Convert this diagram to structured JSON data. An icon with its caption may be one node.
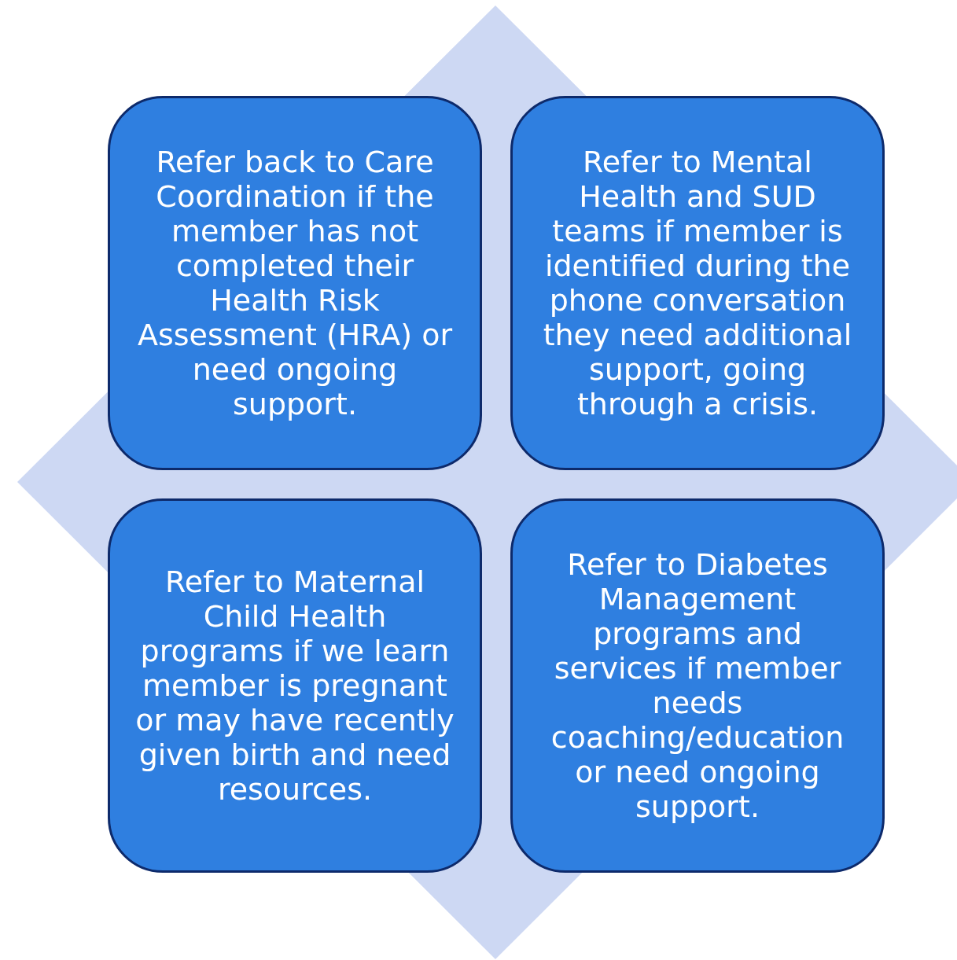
{
  "diagram": {
    "nodes": [
      {
        "text": [
          "Refer back to Care Coordination if the member has not completed their Health Risk Assessment (HRA) or need ongoing support."
        ]
      },
      {
        "text": [
          "Refer to Mental Health and SUD teams if member is identified during the phone conversation they need additional support, going through a crisis."
        ]
      },
      {
        "text": [
          "Refer to Maternal Child Health programs if we learn member is pregnant or may have recently given birth and need resources."
        ]
      },
      {
        "text": [
          "Refer to Diabetes Management programs and services if member needs coaching/education or need ongoing support."
        ]
      }
    ]
  }
}
